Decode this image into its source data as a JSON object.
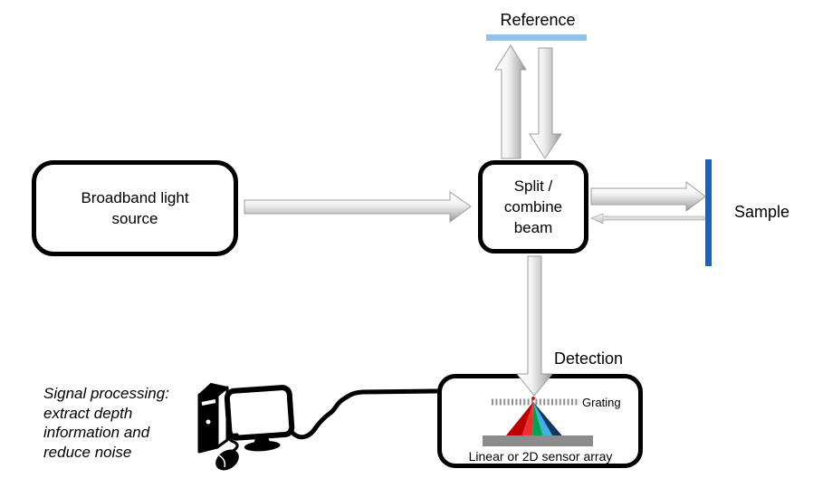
{
  "labels": {
    "reference": "Reference",
    "sample": "Sample",
    "detection": "Detection",
    "grating": "Grating",
    "sensor_array": "Linear or 2D sensor array"
  },
  "boxes": {
    "source": "Broadband light\nsource",
    "splitter": "Split /\ncombine\nbeam"
  },
  "notes": {
    "signal_processing": "Signal processing:\nextract depth\ninformation and\nreduce noise"
  },
  "icons": {
    "computer": "desktop-computer-icon",
    "arrows": "3d-block-arrow"
  },
  "colors": {
    "reference_mirror": "#8FC3EE",
    "sample_mirror": "#1565C0",
    "sensor_bar": "#8C8C8C",
    "grating": "#909090",
    "spectrum": [
      "#BE0000",
      "#EC2F2F",
      "#00A551",
      "#3FB0E8",
      "#16365E"
    ]
  }
}
